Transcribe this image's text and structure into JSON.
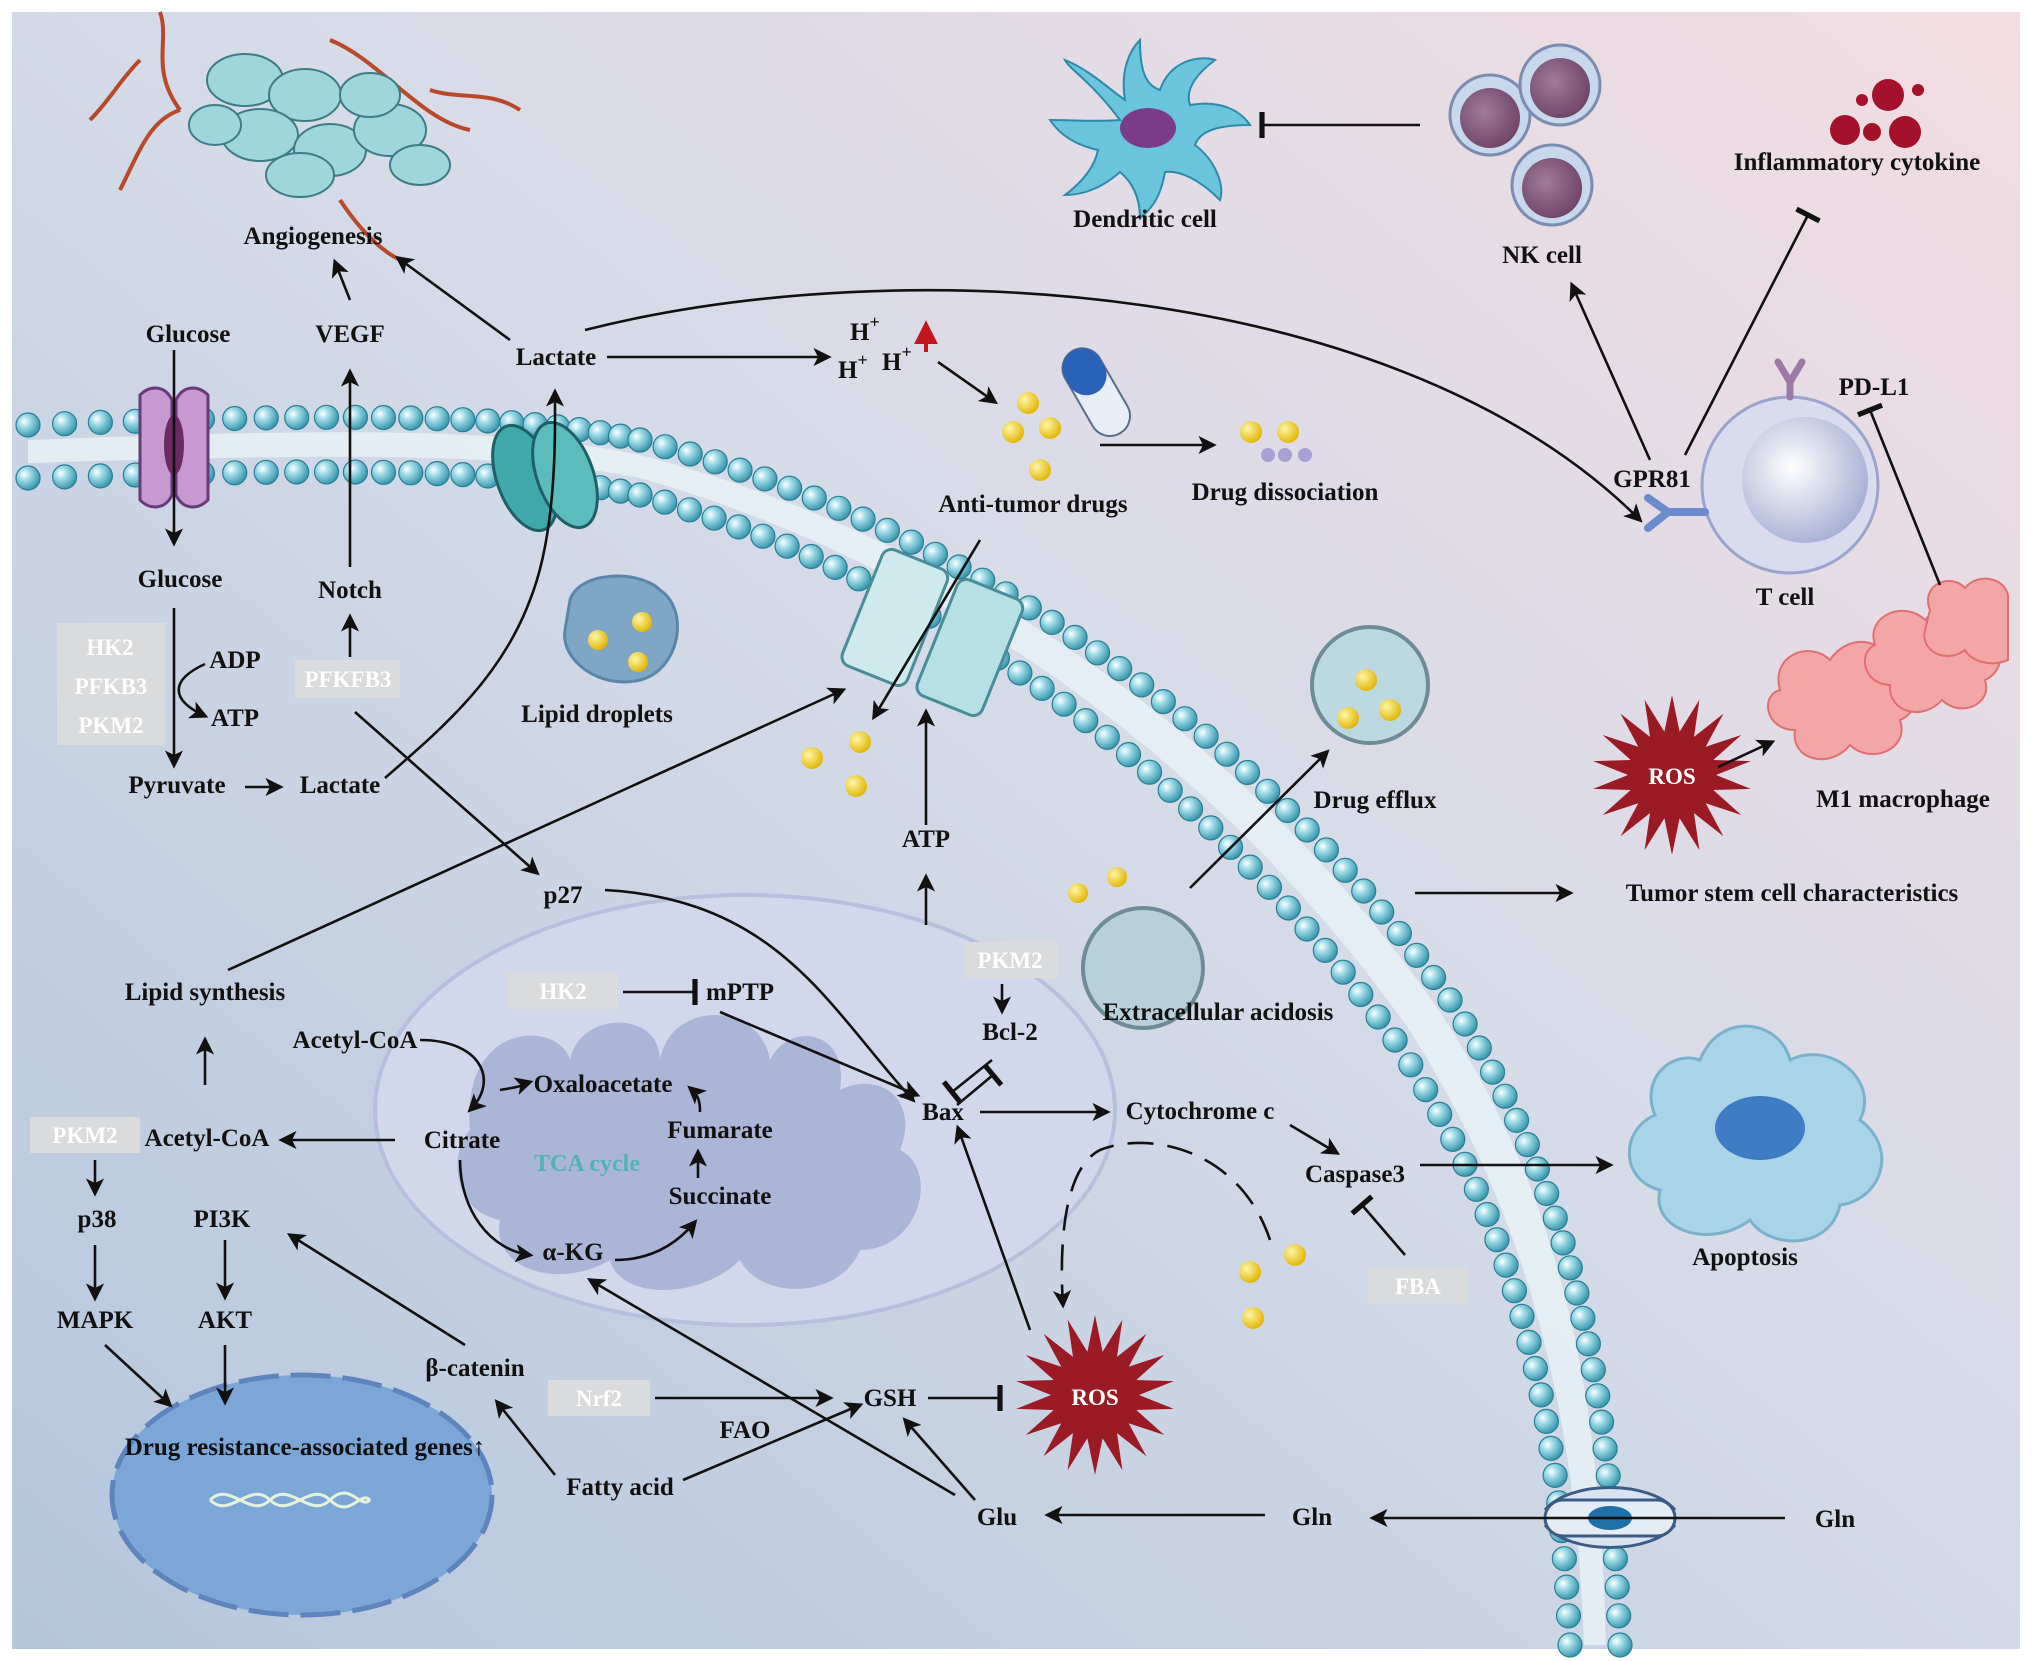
{
  "colors": {
    "bg_left": "#b9cce3",
    "bg_right": "#f2dce2",
    "membrane_bead": "#52b6c8",
    "enzyme_box": "#d9dbdd",
    "ros": "#9b1b25",
    "tca_text": "#4fb3b0",
    "upregulation_arrow": "#c0161c"
  },
  "labels": {
    "angiogenesis": "Angiogenesis",
    "glucose_top": "Glucose",
    "vegf": "VEGF",
    "lactate_top": "Lactate",
    "h_plus_1": "H",
    "h_plus_2": "H",
    "h_plus_3": "H",
    "plus": "+",
    "up_arrow": "↑",
    "anti_tumor_drugs": "Anti-tumor drugs",
    "drug_dissociation": "Drug dissociation",
    "dendritic_cell": "Dendritic cell",
    "nk_cell": "NK cell",
    "inflammatory_cytokine": "Inflammatory cytokine",
    "pd_l1": "PD-L1",
    "gpr81": "GPR81",
    "t_cell": "T cell",
    "glucose_in": "Glucose",
    "notch": "Notch",
    "adp": "ADP",
    "atp_small": "ATP",
    "pyruvate": "Pyruvate",
    "lactate_in": "Lactate",
    "lipid_droplets": "Lipid droplets",
    "atp": "ATP",
    "drug_efflux": "Drug efflux",
    "m1_macrophage": "M1 macrophage",
    "ros_right": "ROS",
    "tumor_stem": "Tumor stem cell characteristics",
    "p27": "p27",
    "lipid_synthesis": "Lipid synthesis",
    "mptp": "mPTP",
    "bcl2": "Bcl-2",
    "extracellular_acidosis": "Extracellular acidosis",
    "acetyl_coa_top": "Acetyl-CoA",
    "oxaloacetate": "Oxaloacetate",
    "bax": "Bax",
    "cytochrome_c": "Cytochrome c",
    "acetyl_coa": "Acetyl-CoA",
    "citrate": "Citrate",
    "fumarate": "Fumarate",
    "tca_cycle": "TCA cycle",
    "caspase3": "Caspase3",
    "apoptosis": "Apoptosis",
    "succinate": "Succinate",
    "p38": "p38",
    "pi3k": "PI3K",
    "akg": "α-KG",
    "mapk": "MAPK",
    "akt": "AKT",
    "beta_catenin": "β-catenin",
    "gsh": "GSH",
    "ros_center": "ROS",
    "fao": "FAO",
    "drug_resistance_genes": "Drug resistance-associated genes↑",
    "fatty_acid": "Fatty acid",
    "glu": "Glu",
    "gln_in": "Gln",
    "gln_out": "Gln"
  },
  "enzymes": {
    "hk2": "HK2",
    "pfkb3": "PFKB3",
    "pkm2_glycolysis": "PKM2",
    "pfkfb3": "PFKFB3",
    "pkm2_mito": "PKM2",
    "hk2_mito": "HK2",
    "pkm2_left": "PKM2",
    "fba": "FBA",
    "nrf2": "Nrf2"
  },
  "icons": [
    "capillary-icon",
    "endothelial-cells-icon",
    "glut-transporter-icon",
    "mct-transporter-icon",
    "drug-pump-icon",
    "gln-transporter-icon",
    "capsule-icon",
    "dendritic-cell-icon",
    "nk-cell-icon",
    "cytokine-icon",
    "t-cell-icon",
    "gpr81-receptor-icon",
    "pd-l1-receptor-icon",
    "macrophage-icon",
    "ros-burst-icon",
    "lipid-droplet-icon",
    "vesicle-icon",
    "mitochondrion-icon",
    "nucleus-icon",
    "dna-icon",
    "apoptotic-cell-icon",
    "drug-molecule-icon"
  ]
}
